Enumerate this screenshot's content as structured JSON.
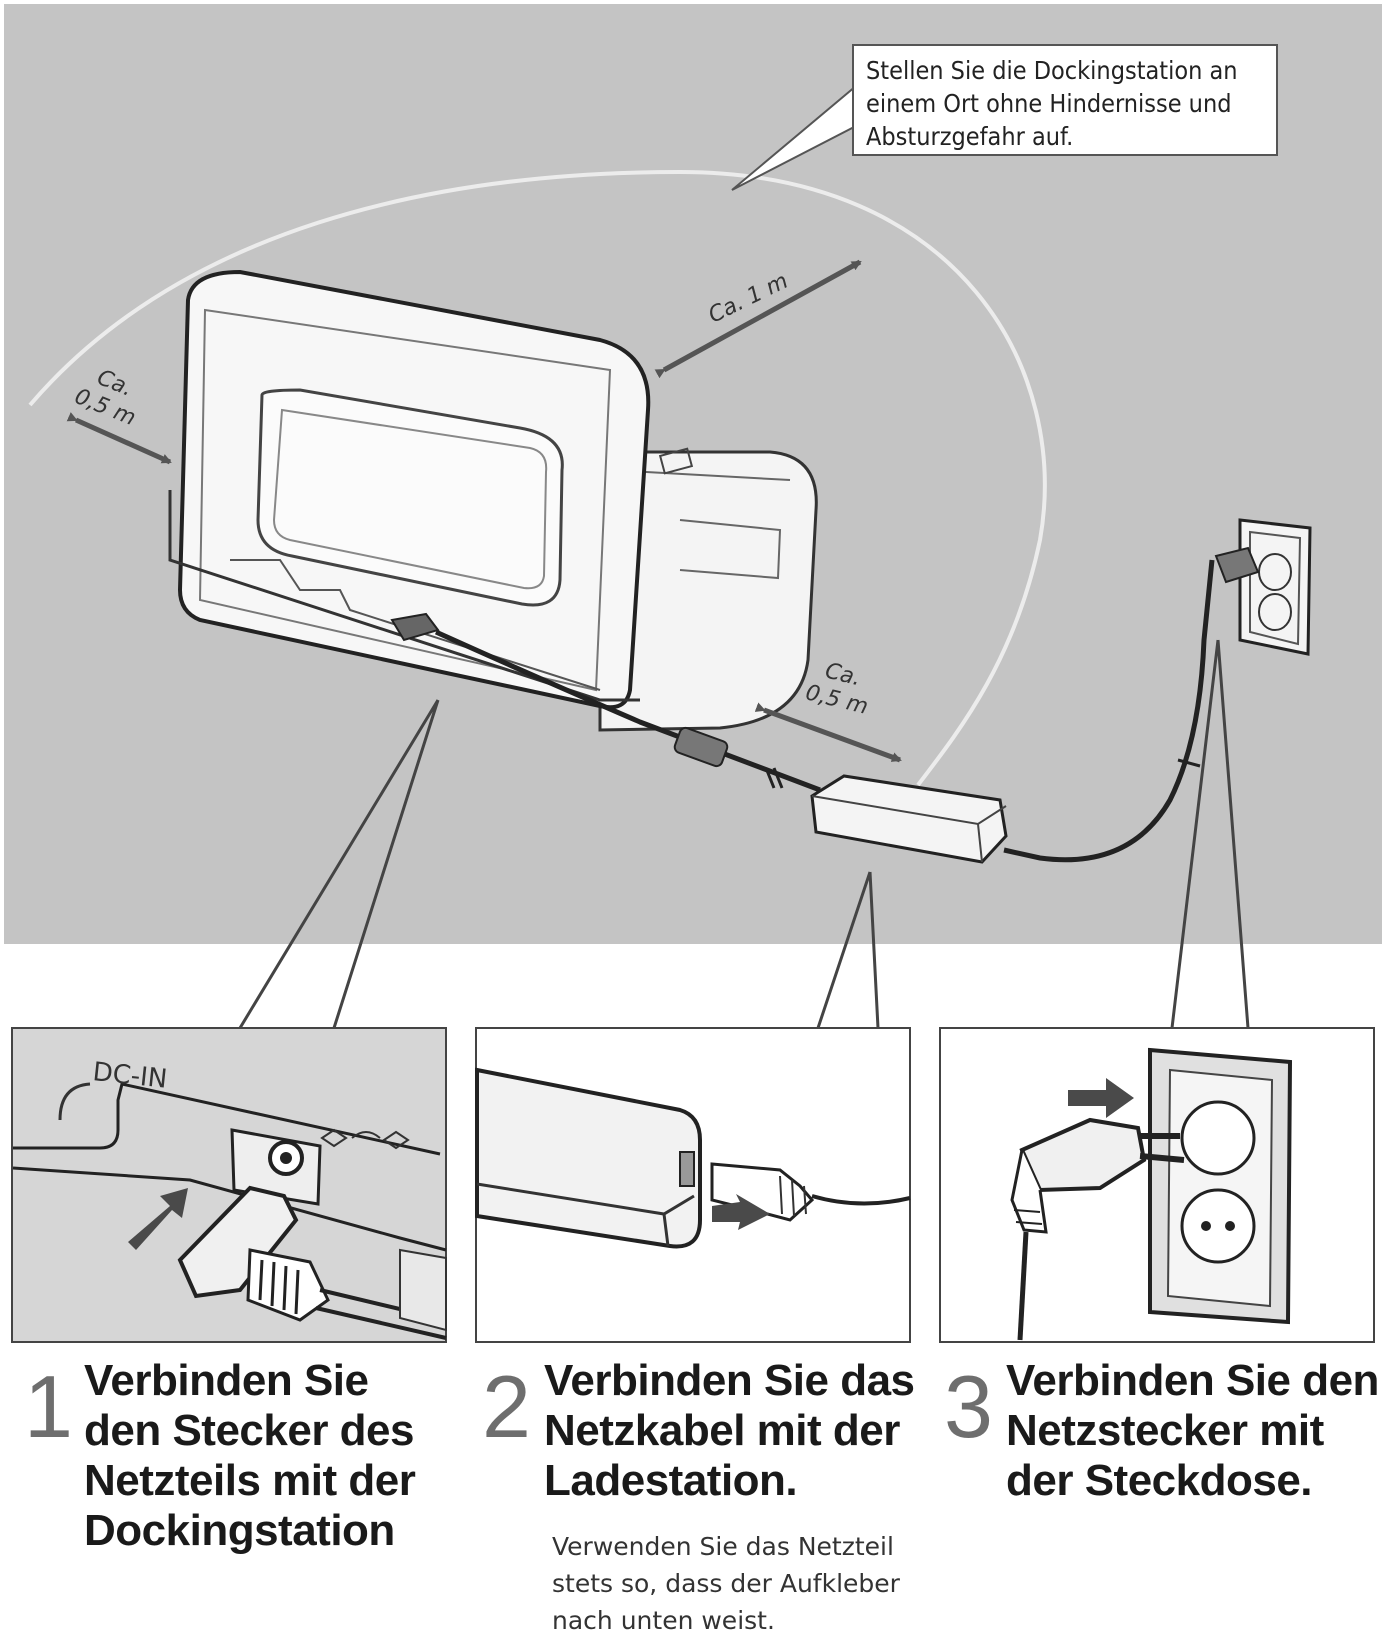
{
  "callout": {
    "lines": [
      "Stellen Sie die Dockingstation an",
      "einem Ort ohne Hindernisse und",
      "Absturzgefahr auf."
    ]
  },
  "dimensions": {
    "left": [
      "Ca.",
      "0,5 m"
    ],
    "top": "Ca. 1 m",
    "right": [
      "Ca.",
      "0,5 m"
    ]
  },
  "panel1": {
    "label": "DC-IN"
  },
  "steps": [
    {
      "number": "1",
      "lines": [
        "Verbinden Sie",
        "den Stecker des",
        "Netzteils mit der",
        "Dockingstation"
      ]
    },
    {
      "number": "2",
      "lines": [
        "Verbinden Sie das",
        "Netzkabel mit der",
        "Ladestation."
      ]
    },
    {
      "number": "3",
      "lines": [
        "Verbinden Sie den",
        "Netzstecker mit",
        "der Steckdose."
      ]
    }
  ],
  "note": {
    "lines": [
      "Verwenden Sie das Netzteil",
      "stets so, dass der Aufkleber",
      "nach unten weist."
    ]
  },
  "colors": {
    "background_gray": "#c4c4c4",
    "arrow_gray": "#555555",
    "number_gray": "#6e6e6e"
  }
}
